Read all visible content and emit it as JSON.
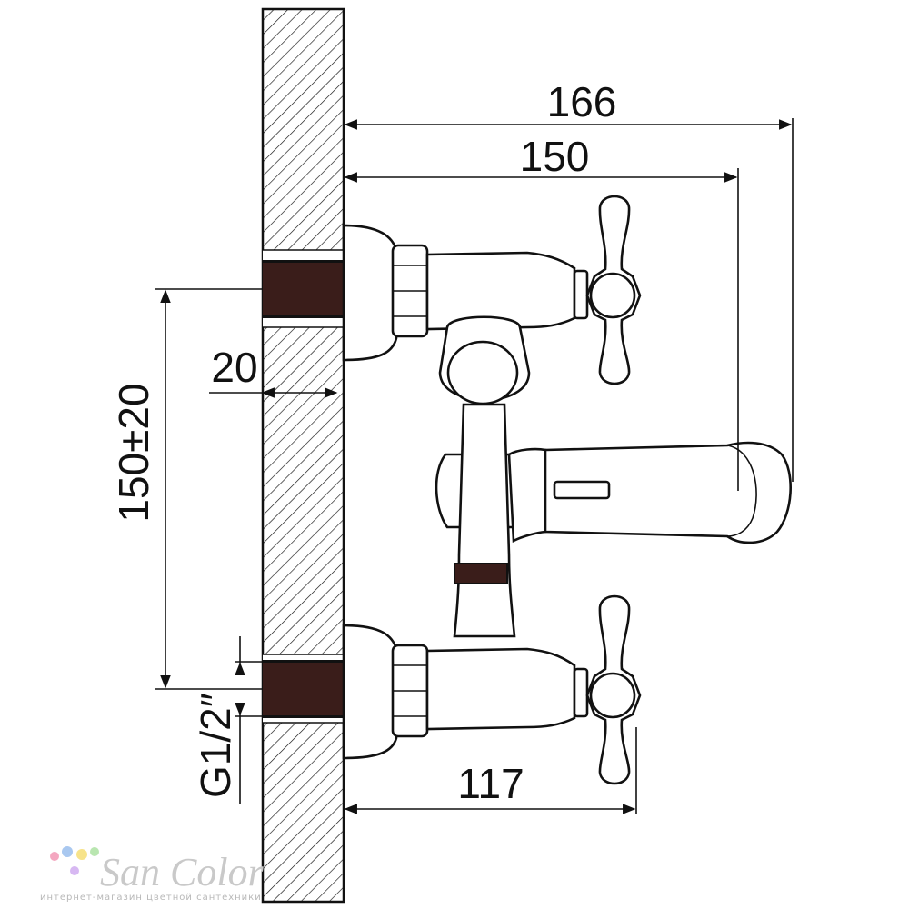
{
  "dimensions": {
    "overall_depth": "166",
    "handle_depth": "150",
    "centers": "150±20",
    "wall_offset": "20",
    "thread": "G1/2″",
    "inlet_depth": "117"
  },
  "logo": {
    "brand": "San Color",
    "tagline": "интернет-магазин цветной сантехники",
    "dot_colors": [
      "#f4a7c0",
      "#a9c8f0",
      "#f7e38a",
      "#b9e6b0",
      "#d7b8f2"
    ]
  },
  "colors": {
    "line": "#111111",
    "thread": "#3a1d1a",
    "background": "#ffffff"
  }
}
